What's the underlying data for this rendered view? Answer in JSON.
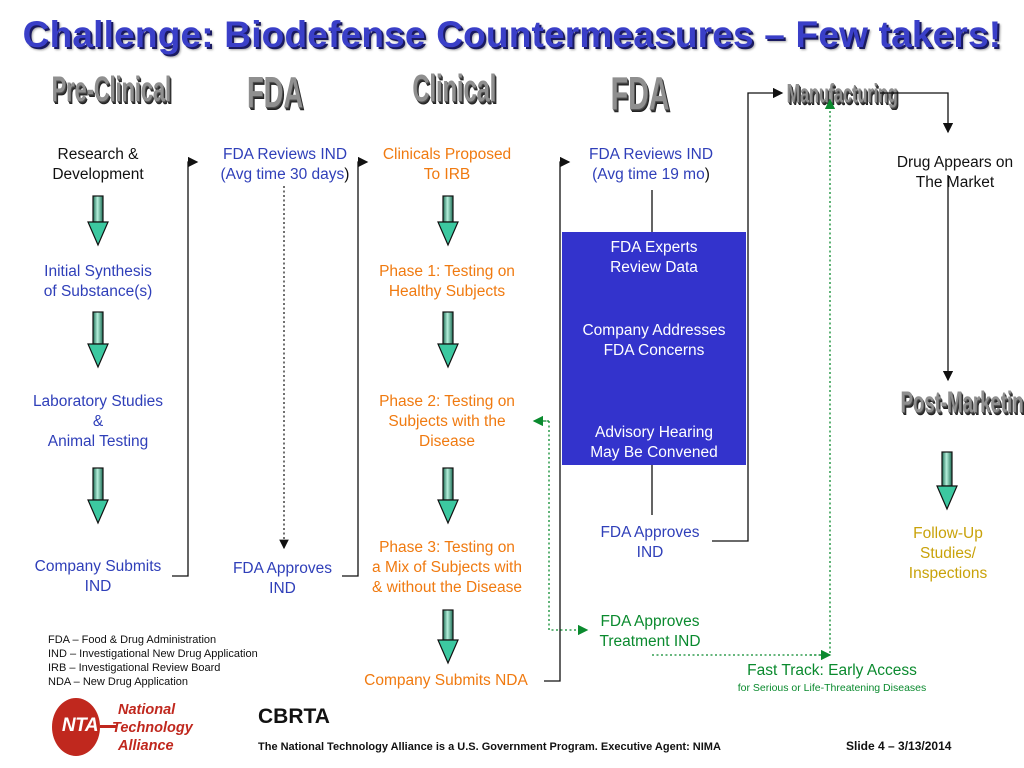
{
  "title": "Challenge:  Biodefense Countermeasures – Few takers!",
  "headers": {
    "pre_clinical": "Pre-Clinical",
    "fda1": "FDA",
    "clinical": "Clinical",
    "fda2": "FDA",
    "manufacturing": "Manufacturing",
    "post_marketing": "Post-Marketing"
  },
  "col1": {
    "research": [
      "Research &",
      "Development"
    ],
    "synthesis": [
      "Initial Synthesis",
      "of Substance(s)"
    ],
    "lab": [
      "Laboratory Studies",
      "&",
      "Animal Testing"
    ],
    "submits": [
      "Company Submits",
      "IND"
    ]
  },
  "col2": {
    "reviews": [
      "FDA Reviews IND",
      "(Avg time 30 days",
      ")"
    ],
    "approves": [
      "FDA Approves",
      "IND"
    ]
  },
  "col3": {
    "proposed": [
      "Clinicals Proposed",
      "To IRB"
    ],
    "phase1": [
      "Phase 1: Testing on",
      "Healthy Subjects"
    ],
    "phase2": [
      "Phase 2: Testing on",
      "Subjects with the",
      "Disease"
    ],
    "phase3": [
      "Phase 3: Testing on",
      "a Mix of Subjects with",
      "& without the Disease"
    ],
    "nda": "Company Submits NDA"
  },
  "col4": {
    "reviews": [
      "FDA Reviews IND",
      "(Avg time 19 mo",
      ")"
    ],
    "box": {
      "experts": [
        "FDA Experts",
        "Review Data"
      ],
      "company": [
        "Company Addresses",
        "FDA Concerns"
      ],
      "advisory": [
        "Advisory Hearing",
        "May Be Convened"
      ]
    },
    "approves": [
      "FDA Approves",
      "IND"
    ],
    "treatment": [
      "FDA Approves",
      "Treatment IND"
    ]
  },
  "col5": {
    "market": [
      "Drug Appears on",
      "The Market"
    ],
    "followup": [
      "Follow-Up",
      "Studies/",
      "Inspections"
    ]
  },
  "fast_track": {
    "main": "Fast Track:  Early Access",
    "sub": "for Serious or Life-Threatening Diseases"
  },
  "glossary": [
    "FDA – Food & Drug Administration",
    "IND – Investigational New Drug Application",
    "IRB – Investigational Review Board",
    "NDA – New Drug Application"
  ],
  "logo": {
    "initials": "NTA",
    "lines": [
      "National",
      "Technology",
      "Alliance"
    ]
  },
  "footer": {
    "cbrta": "CBRTA",
    "program": "The National Technology Alliance is a U.S. Government Program.  Executive Agent: NIMA",
    "slide": "Slide 4 – 3/13/2014"
  },
  "colors": {
    "title": "#3a3fc8",
    "blue_text": "#2f3fb9",
    "orange_text": "#f07a10",
    "green_text": "#0a8a2e",
    "gold_text": "#c9a20a",
    "box": "#3333cc",
    "arrow_fill": "#3cc8a0",
    "logo_red": "#c0281e"
  }
}
